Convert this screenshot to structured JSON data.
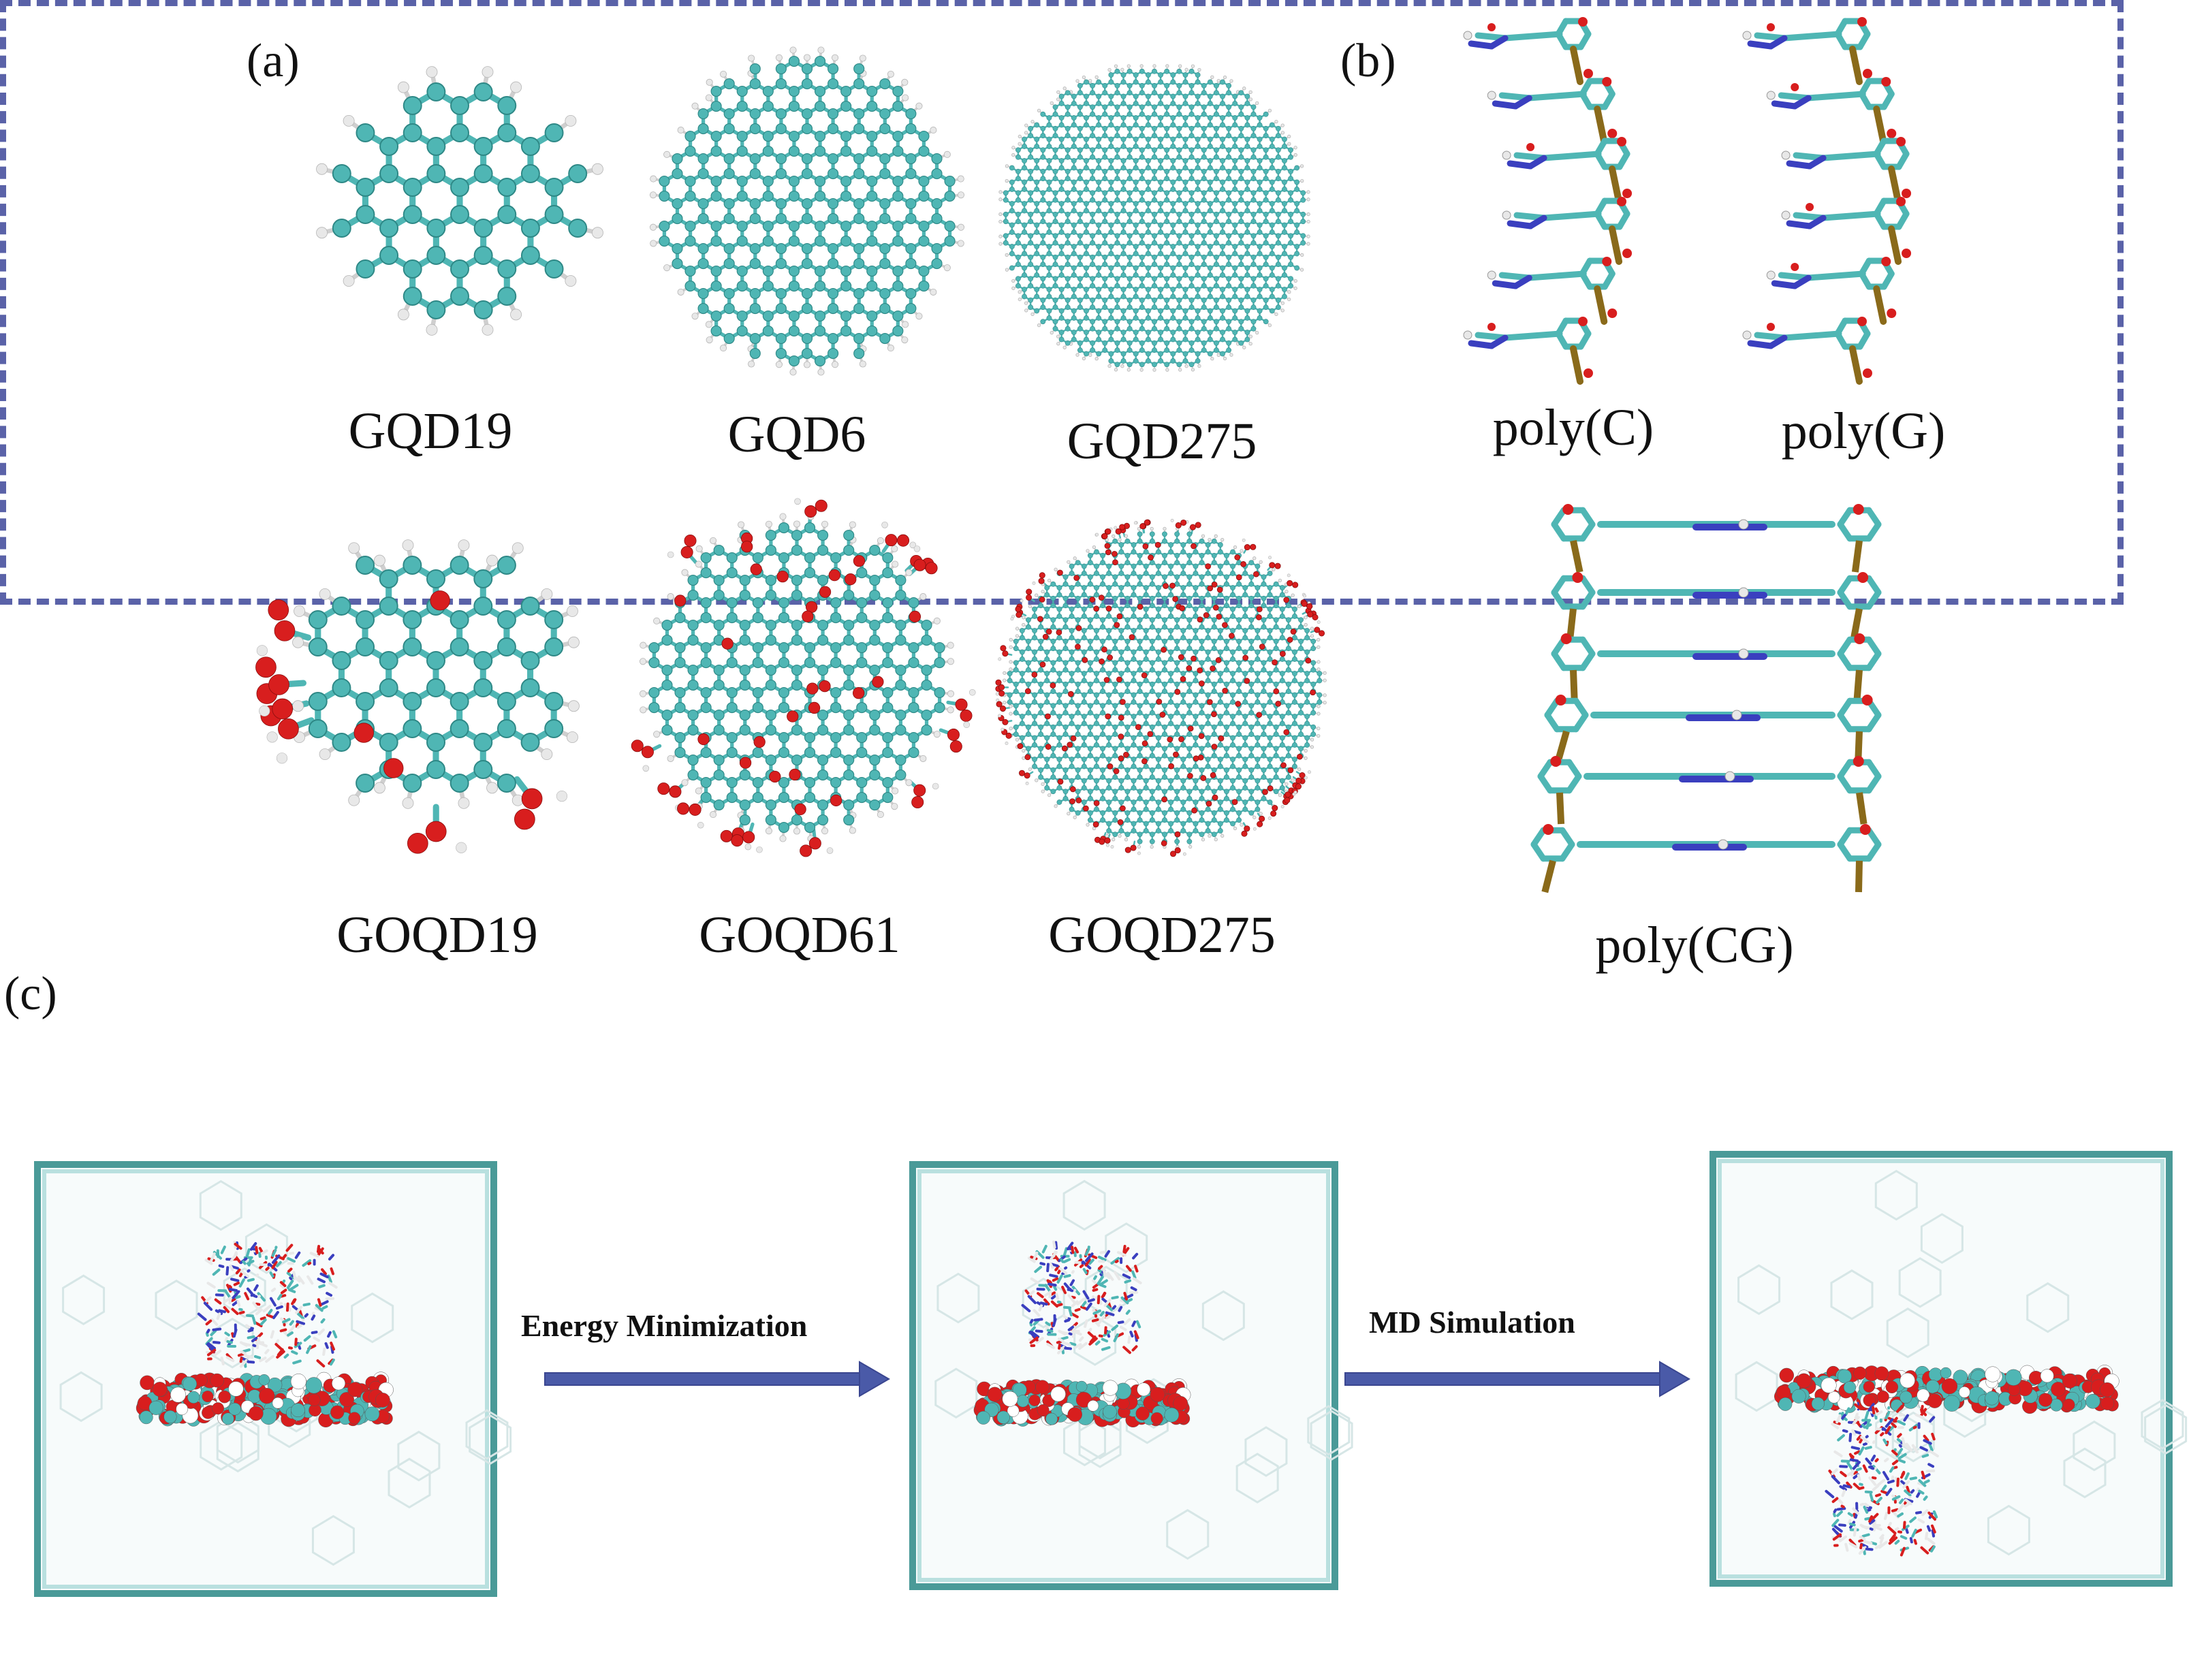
{
  "panels": {
    "a": "(a)",
    "b": "(b)",
    "c": "(c)"
  },
  "molecules": {
    "gqd19": "GQD19",
    "gqd6": "GQD6",
    "gqd275": "GQD275",
    "goqd19": "GOQD19",
    "goqd61": "GOQD61",
    "goqd275": "GOQD275",
    "poly_c": "poly(C)",
    "poly_g": "poly(G)",
    "poly_cg": "poly(CG)"
  },
  "workflow": {
    "step1": "Energy Minimization",
    "step2": "MD Simulation"
  },
  "colors": {
    "carbon": "#4fb6b4",
    "hydrogen": "#e8e8e8",
    "oxygen": "#d81e1e",
    "nitrogen": "#3a3fbf",
    "phosphorus": "#8a6a1a",
    "frame_dash": "#5a62a8",
    "arrow": "#4a5aa8",
    "box_edge": "#4a9a98"
  }
}
